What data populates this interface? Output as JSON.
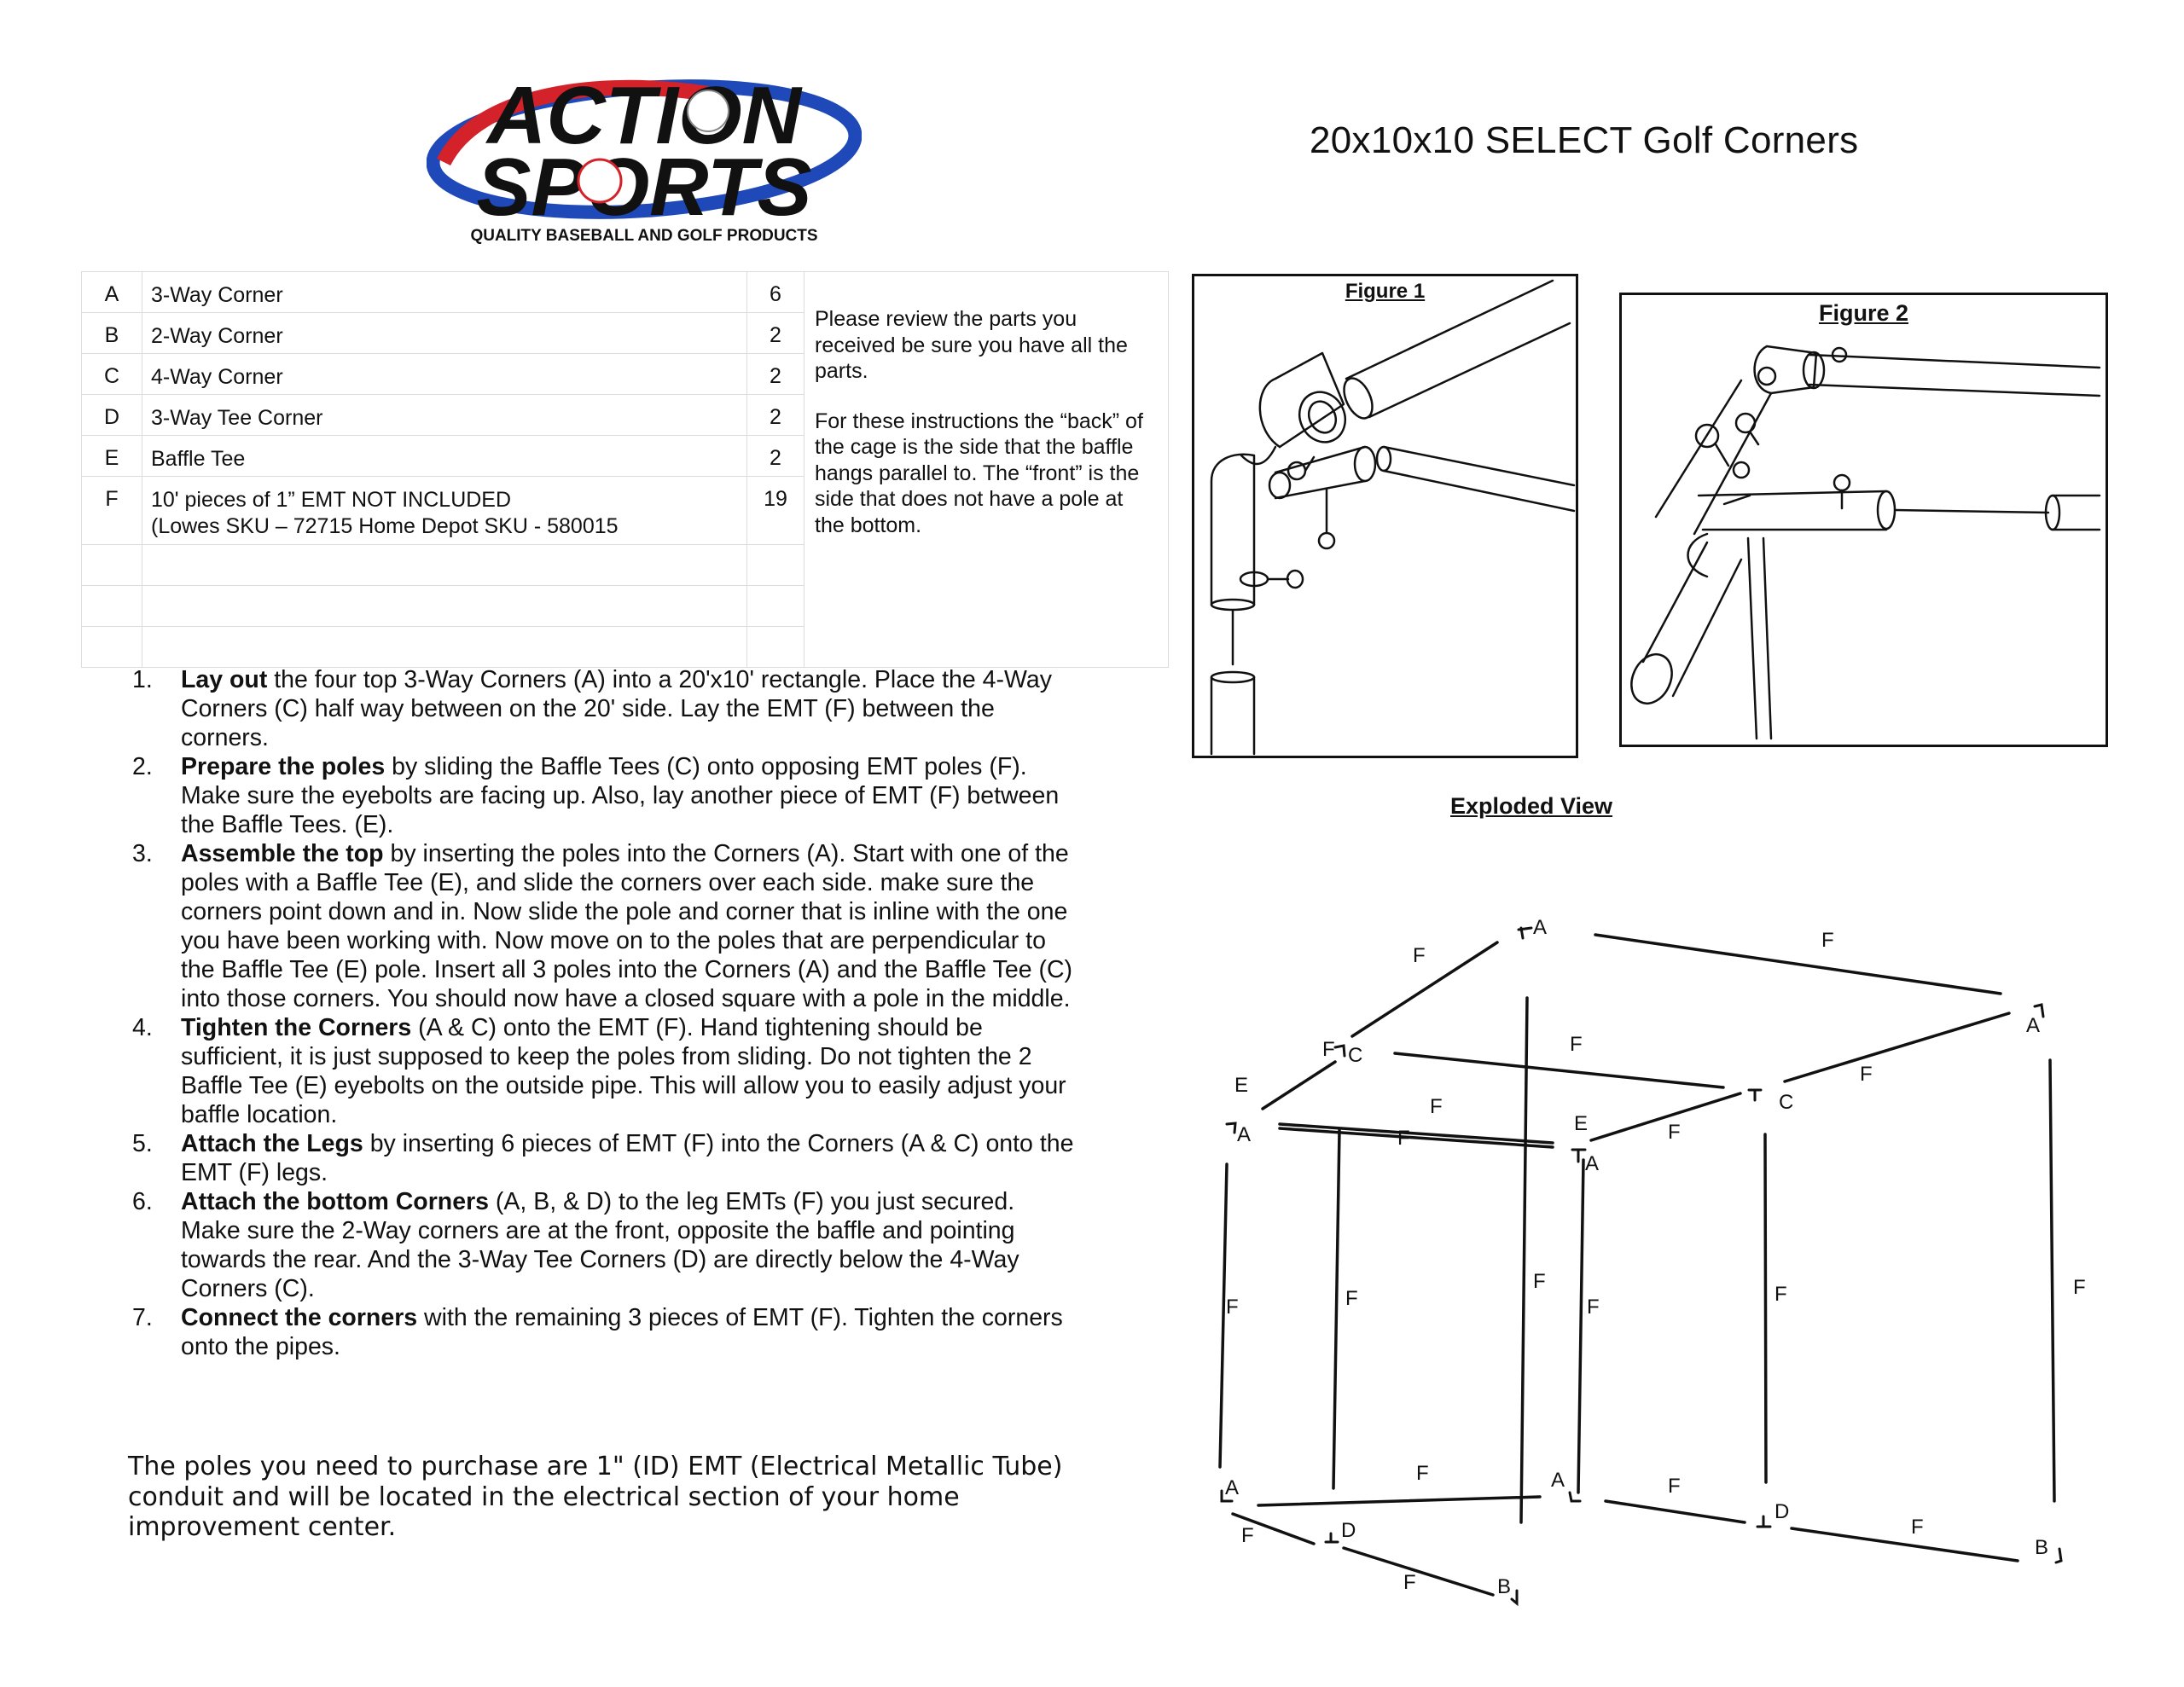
{
  "brand": {
    "line1": "ACTION",
    "line2": "SPORTS",
    "tagline": "QUALITY BASEBALL AND GOLF PRODUCTS",
    "colors": {
      "red": "#d3222a",
      "blue": "#1f49b8",
      "black": "#111111"
    }
  },
  "title": "20x10x10 SELECT Golf Corners",
  "parts": [
    {
      "letter": "A",
      "name": "3-Way Corner",
      "qty": "6"
    },
    {
      "letter": "B",
      "name": "2-Way Corner",
      "qty": "2"
    },
    {
      "letter": "C",
      "name": "4-Way Corner",
      "qty": "2"
    },
    {
      "letter": "D",
      "name": "3-Way Tee Corner",
      "qty": "2"
    },
    {
      "letter": "E",
      "name": "Baffle Tee",
      "qty": "2"
    },
    {
      "letter": "F",
      "name": "10' pieces of 1” EMT   NOT INCLUDED",
      "name2": "(Lowes SKU – 72715  Home Depot SKU - 580015",
      "qty": "19"
    }
  ],
  "notes": {
    "review": "Please review the parts you received be sure you have all the parts.",
    "orientation": "For these instructions the “back” of the cage is the side that the baffle hangs parallel to.  The “front” is the side that does not have a pole at the bottom."
  },
  "steps": [
    {
      "num": "1.",
      "lead": "Lay out",
      "text": " the four top 3-Way Corners (A) into a 20'x10' rectangle.  Place the 4-Way Corners (C) half way between on the 20' side.  Lay the EMT (F) between the corners."
    },
    {
      "num": "2.",
      "lead": "Prepare the poles",
      "text": " by sliding the Baffle Tees (C) onto opposing EMT poles (F).  Make sure the eyebolts are facing up.  Also, lay another piece of EMT (F) between the Baffle Tees. (E)."
    },
    {
      "num": "3.",
      "lead": "Assemble the top",
      "text": " by inserting the poles into the Corners (A).  Start with one of the poles with a Baffle Tee (E), and slide the corners over each side.  make sure the corners point down and in.  Now slide the pole and corner that is inline with the one you have been working with.  Now move on to the poles that are perpendicular to the Baffle Tee (E) pole.  Insert all 3 poles into the Corners (A) and the Baffle Tee (C) into those corners. You should now have a closed square with a pole in the middle."
    },
    {
      "num": "4.",
      "lead": "Tighten the Corners",
      "text": " (A & C) onto the EMT (F).  Hand tightening should be sufficient, it is just supposed to keep the poles from sliding.  Do not tighten the 2 Baffle Tee (E) eyebolts on the outside pipe.  This will allow you to easily adjust your baffle location."
    },
    {
      "num": "5.",
      "lead": "Attach the Legs",
      "text": " by inserting 6 pieces of EMT (F) into the Corners (A & C) onto the EMT (F) legs."
    },
    {
      "num": "6.",
      "lead": "Attach the bottom Corners",
      "text": " (A, B, & D) to the leg EMTs (F) you just secured.  Make sure the 2-Way corners are at the front, opposite the baffle and pointing towards the rear.  And the 3-Way Tee Corners (D) are directly below the 4-Way Corners (C)."
    },
    {
      "num": "7.",
      "lead": "Connect the corners",
      "text": " with the remaining 3 pieces of EMT (F).  Tighten the corners onto the pipes."
    }
  ],
  "footer": "The poles you need to purchase  are 1\" (ID) EMT (Electrical Metallic Tube) conduit and will be located in the electrical section of your home improvement center.",
  "figure1": {
    "title": "Figure 1"
  },
  "figure2": {
    "title": "Figure 2"
  },
  "exploded": {
    "title": "Exploded View",
    "labels": [
      "A",
      "A",
      "A",
      "A",
      "A",
      "A",
      "B",
      "B",
      "C",
      "C",
      "D",
      "D",
      "E",
      "E",
      "F"
    ]
  }
}
